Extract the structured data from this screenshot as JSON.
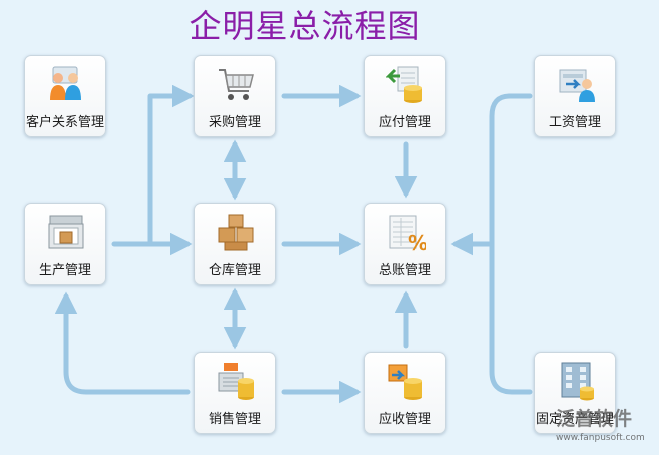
{
  "title": "企明星总流程图",
  "nodes": {
    "crm": {
      "label": "客户关系管理"
    },
    "purchase": {
      "label": "采购管理"
    },
    "payable": {
      "label": "应付管理"
    },
    "salary": {
      "label": "工资管理"
    },
    "production": {
      "label": "生产管理"
    },
    "warehouse": {
      "label": "仓库管理"
    },
    "ledger": {
      "label": "总账管理"
    },
    "sales": {
      "label": "销售管理"
    },
    "receivable": {
      "label": "应收管理"
    },
    "fixed_assets": {
      "label": "固定资产管理"
    }
  },
  "watermark": {
    "name": "泛普软件",
    "url": "www.fanpusoft.com"
  },
  "colors": {
    "title": "#8a1ea8",
    "connector": "#9bc6e3",
    "background": "#e6f3fb"
  }
}
